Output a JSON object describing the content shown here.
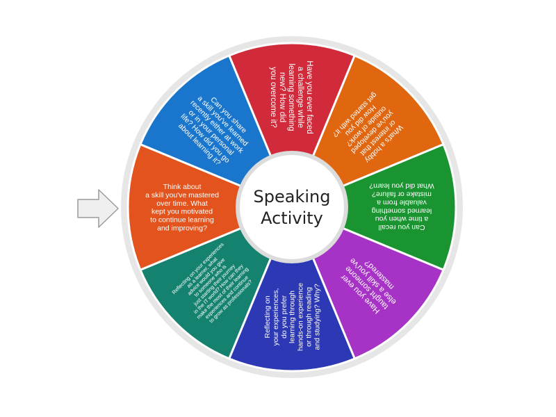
{
  "wheel": {
    "center_title_lines": [
      "Speaking",
      "Activity"
    ],
    "segments": [
      {
        "color": "#d12a3a",
        "lines": [
          "Have you ever faced",
          "a challenge while",
          "learning something",
          "new? How did",
          "you overcome it?"
        ]
      },
      {
        "color": "#e0660f",
        "lines": [
          "What's a hobby",
          "or interest that",
          "you've developed",
          "outside of work?",
          "How did you",
          "get started with it?"
        ]
      },
      {
        "color": "#1a9430",
        "lines": [
          "Can you recall",
          "a time when you",
          "learned something",
          "valuable from a",
          "mistake or failure?",
          "What did you learn?"
        ]
      },
      {
        "color": "#a733c6",
        "lines": [
          "Have you ever",
          "taught someone",
          "else a skill you've",
          "mastered?"
        ]
      },
      {
        "color": "#2c38b4",
        "lines": [
          "Reflecting on",
          "your experiences,",
          "do you prefer",
          "learning through",
          "hands-on experience",
          "or through reading",
          "and studying? Why?"
        ]
      },
      {
        "color": "#158270",
        "lines": [
          "Reflecting on your experiences",
          "as a learner, what",
          "advice would you give",
          "to someone who is",
          "just starting their journey",
          "in the IT world? How can they",
          "make the most of their learning",
          "experiences and continue",
          "to grow as professionals?"
        ]
      },
      {
        "color": "#e2531e",
        "lines": [
          "Think about",
          "a skill you've mastered",
          "over time. What",
          "kept you motivated",
          "to continue learning",
          "and improving?"
        ]
      },
      {
        "color": "#1976cc",
        "lines": [
          "Can you share",
          "a skill you've learned",
          "recently either at work",
          "or in your personal",
          "life? How did you go",
          "about learning it?"
        ]
      }
    ]
  },
  "pointer": {
    "icon": "arrow-right-icon",
    "fill": "#efefef",
    "stroke": "#9a9a9a"
  },
  "colors": {
    "rim": "#e6e6e6",
    "hub_ring": "#dcdcdc"
  }
}
